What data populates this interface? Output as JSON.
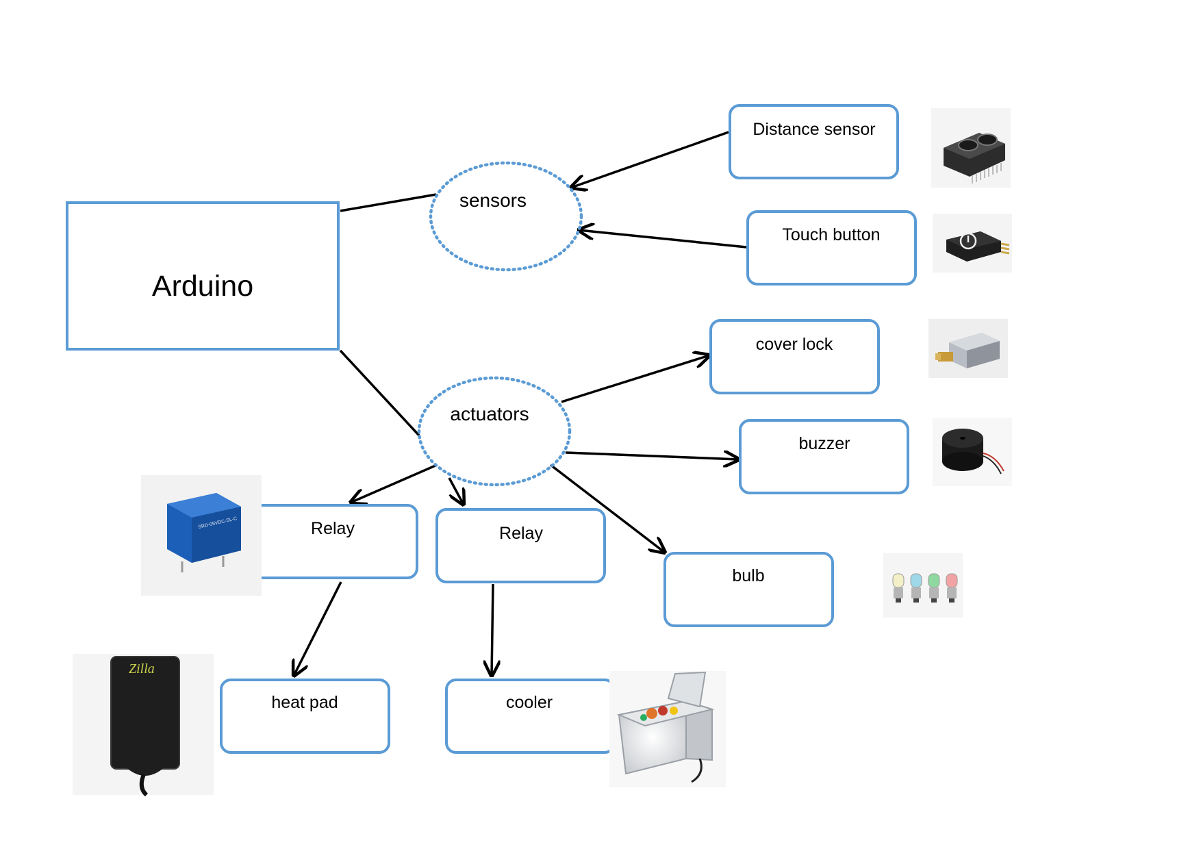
{
  "nodes": {
    "arduino": "Arduino",
    "sensors": "sensors",
    "actuators": "actuators",
    "distance_sensor": "Distance sensor",
    "touch_button": "Touch button",
    "cover_lock": "cover lock",
    "buzzer": "buzzer",
    "bulb": "bulb",
    "relay_1": "Relay",
    "relay_2": "Relay",
    "heat_pad": "heat pad",
    "cooler": "cooler"
  },
  "images": {
    "distance_sensor": "distance-sensor-module-photo",
    "touch_button": "touch-button-module-photo",
    "cover_lock": "solenoid-lock-photo",
    "buzzer": "buzzer-photo",
    "bulb": "led-bulbs-photo",
    "relay": "relay-module-photo",
    "heat_pad": "heat-mat-photo",
    "cooler": "portable-cooler-photo"
  },
  "colors": {
    "box_border": "#5b9bd5",
    "arrow": "#000000"
  }
}
